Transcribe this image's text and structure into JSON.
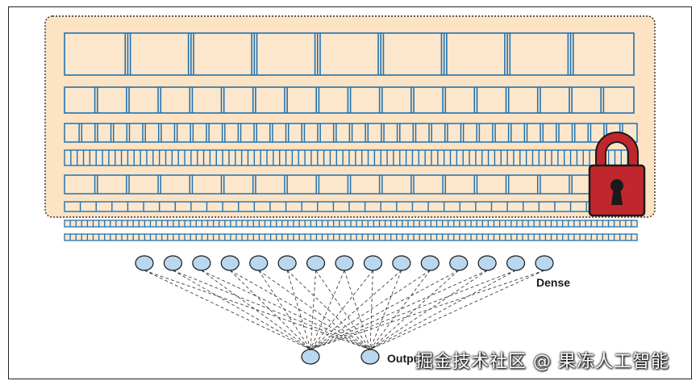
{
  "diagram": {
    "frozen_block": {
      "fill": "#fce3c4",
      "border": "#2b2b2b",
      "lock": {
        "icon": "padlock-icon",
        "body_color": "#c0272d"
      }
    },
    "layer_color": "#1f72b0",
    "layer_fill": "#fde7cc",
    "frozen_layer_count": 6,
    "trainable_layer_count": 2,
    "dense": {
      "label": "Dense",
      "node_count": 15,
      "node_fill": "#b9d7ef",
      "node_stroke": "#1a1a1a"
    },
    "output": {
      "label": "Output",
      "node_count": 2
    }
  },
  "watermark": {
    "text": "掘金技术社区 @ 果冻人工智能"
  }
}
